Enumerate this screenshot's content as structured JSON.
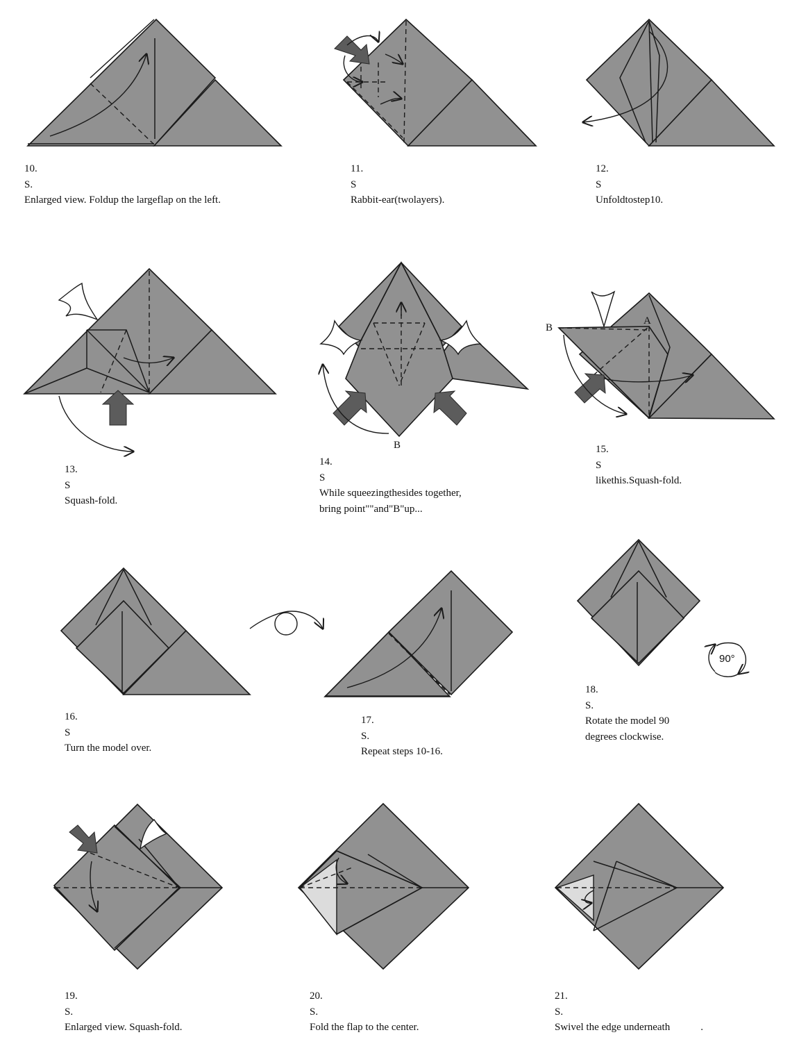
{
  "steps": [
    {
      "num": "10.",
      "mark": "S.",
      "lines": [
        "Enlarged view. Foldup the largeflap on the left."
      ]
    },
    {
      "num": "11.",
      "mark": "S",
      "lines": [
        "Rabbit-ear(twolayers)."
      ]
    },
    {
      "num": "12.",
      "mark": "S",
      "lines": [
        "Unfoldtostep10."
      ]
    },
    {
      "num": "13.",
      "mark": "S",
      "lines": [
        "Squash-fold."
      ]
    },
    {
      "num": "14.",
      "mark": "S",
      "lines": [
        "While squeezingthesides together,",
        "bring point\"\"and\"B\"up..."
      ]
    },
    {
      "num": "15.",
      "mark": "S",
      "lines": [
        "likethis.Squash-fold."
      ]
    },
    {
      "num": "16.",
      "mark": "S",
      "lines": [
        "Turn the model over."
      ]
    },
    {
      "num": "17.",
      "mark": "S.",
      "lines": [
        "Repeat steps 10-16."
      ]
    },
    {
      "num": "18.",
      "mark": "S.",
      "lines": [
        "Rotate the model 90",
        "degrees clockwise."
      ]
    },
    {
      "num": "19.",
      "mark": "S.",
      "lines": [
        "Enlarged view. Squash-fold."
      ]
    },
    {
      "num": "20.",
      "mark": "S.",
      "lines": [
        "Fold the flap to the center."
      ]
    },
    {
      "num": "21.",
      "mark": "S.",
      "lines": [
        "Swivel the edge underneath",
        "."
      ]
    }
  ],
  "point_labels": {
    "a": "A",
    "b": "B"
  },
  "rotate_label": "90°",
  "colors": {
    "paper": "#919191",
    "paper_light": "#dcdcdc",
    "push_arrow": "#5c5c5c"
  }
}
